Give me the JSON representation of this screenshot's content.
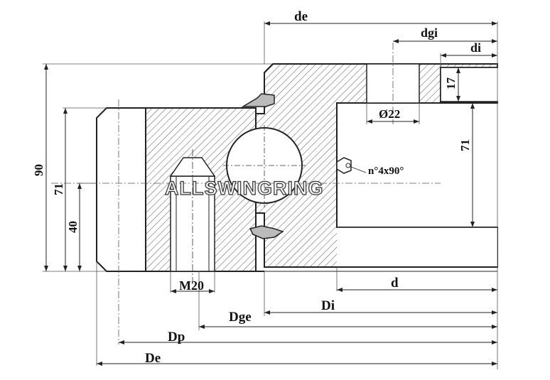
{
  "watermark": "ALLSWINGRING",
  "labels": {
    "de": "de",
    "dgi": "dgi",
    "di": "di",
    "bolt_hole_inner": "Ø22",
    "inner_height": "71",
    "inner_chamfer": "17",
    "lube": "n°4x90°",
    "total_height": "90",
    "outer_height": "71",
    "outer_mid": "40",
    "thread": "M20",
    "d": "d",
    "Di": "Di",
    "Dge": "Dge",
    "Dp": "Dp",
    "De": "De"
  },
  "colors": {
    "line": "#222222",
    "hatch": "#444444",
    "dim_line": "#555555",
    "watermark_fill": "#f3f3f3",
    "watermark_stroke": "#333333"
  }
}
